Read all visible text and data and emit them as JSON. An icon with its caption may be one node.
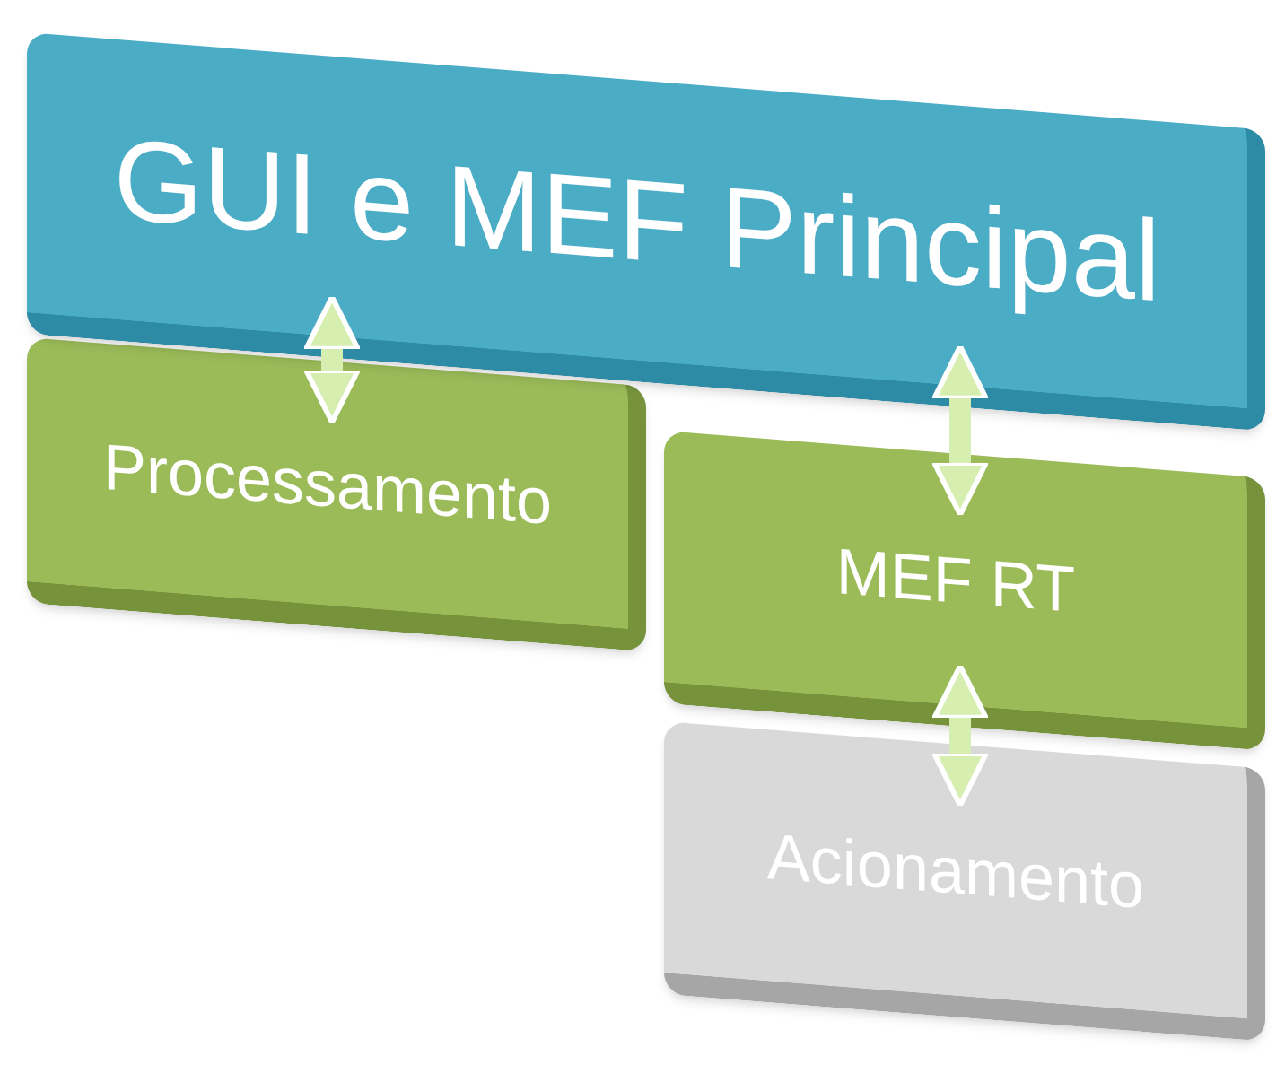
{
  "diagram": {
    "nodes": [
      {
        "text": [
          "GUI e MEF Principal"
        ]
      },
      {
        "text": [
          "Processamento"
        ]
      },
      {
        "text": [
          "MEF RT"
        ]
      },
      {
        "text": [
          "Acionamento"
        ]
      }
    ],
    "edges": [
      {
        "from": 0,
        "to": 1,
        "arrow": "both"
      },
      {
        "from": 0,
        "to": 2,
        "arrow": "both"
      },
      {
        "from": 2,
        "to": 3,
        "arrow": "both"
      }
    ]
  }
}
